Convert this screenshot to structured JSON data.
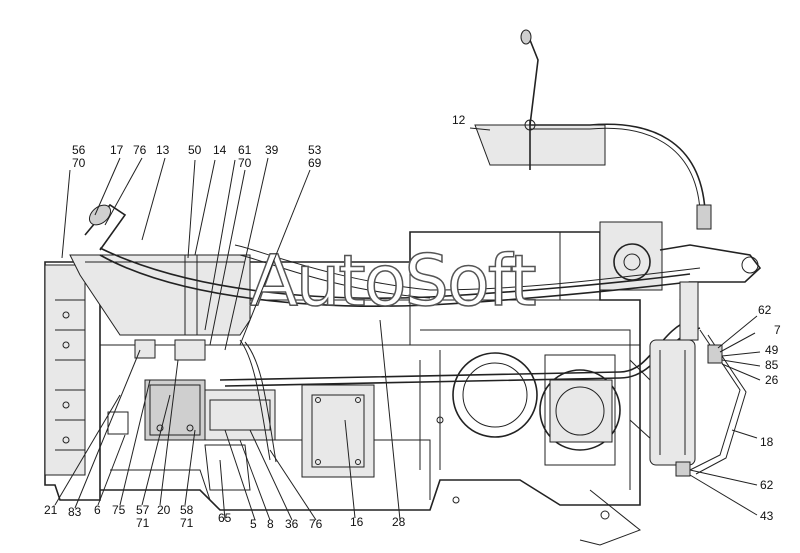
{
  "watermark": "AutoSoft",
  "callouts": [
    {
      "id": "c-56",
      "text": "56"
    },
    {
      "id": "c-70a",
      "text": "70"
    },
    {
      "id": "c-17",
      "text": "17"
    },
    {
      "id": "c-76a",
      "text": "76"
    },
    {
      "id": "c-13",
      "text": "13"
    },
    {
      "id": "c-50",
      "text": "50"
    },
    {
      "id": "c-14",
      "text": "14"
    },
    {
      "id": "c-61",
      "text": "61"
    },
    {
      "id": "c-70b",
      "text": "70"
    },
    {
      "id": "c-39",
      "text": "39"
    },
    {
      "id": "c-53",
      "text": "53"
    },
    {
      "id": "c-69",
      "text": "69"
    },
    {
      "id": "c-12",
      "text": "12"
    },
    {
      "id": "c-62a",
      "text": "62"
    },
    {
      "id": "c-7",
      "text": "7"
    },
    {
      "id": "c-49",
      "text": "49"
    },
    {
      "id": "c-85",
      "text": "85"
    },
    {
      "id": "c-26",
      "text": "26"
    },
    {
      "id": "c-18",
      "text": "18"
    },
    {
      "id": "c-62b",
      "text": "62"
    },
    {
      "id": "c-43",
      "text": "43"
    },
    {
      "id": "c-21",
      "text": "21"
    },
    {
      "id": "c-83",
      "text": "83"
    },
    {
      "id": "c-6",
      "text": "6"
    },
    {
      "id": "c-75",
      "text": "75"
    },
    {
      "id": "c-57",
      "text": "57"
    },
    {
      "id": "c-71a",
      "text": "71"
    },
    {
      "id": "c-20",
      "text": "20"
    },
    {
      "id": "c-58",
      "text": "58"
    },
    {
      "id": "c-71b",
      "text": "71"
    },
    {
      "id": "c-65",
      "text": "65"
    },
    {
      "id": "c-5",
      "text": "5"
    },
    {
      "id": "c-8",
      "text": "8"
    },
    {
      "id": "c-36",
      "text": "36"
    },
    {
      "id": "c-76b",
      "text": "76"
    },
    {
      "id": "c-16",
      "text": "16"
    },
    {
      "id": "c-28",
      "text": "28"
    }
  ]
}
